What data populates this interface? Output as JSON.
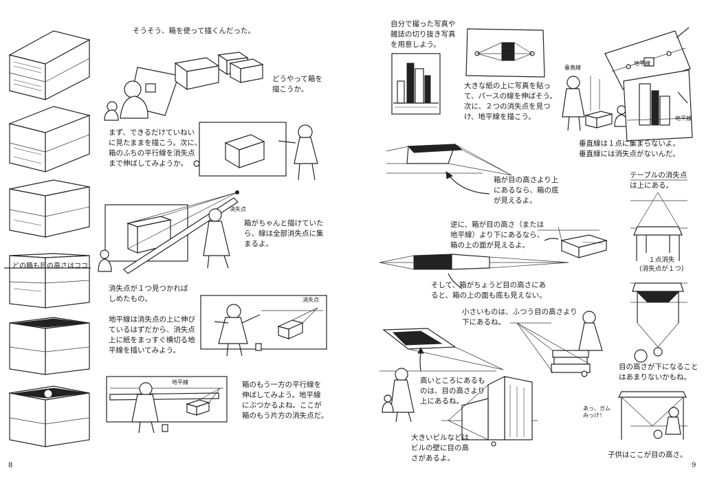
{
  "left_page": {
    "page_number": "8",
    "title_caption": "そうそう、箱を使って描くんだった。",
    "caption_how": "どうやって箱を\n描こうか。",
    "caption_first": "まず、できるだけていねい\nに見たままを描こう。次に、\n箱のふちの平行線を消失点\nまで伸ばしてみようか。",
    "label_vanishing_1": "消失点",
    "caption_all_lines": "箱がちゃんと描けていた\nら、線は全部消失点に集\nまるよ。",
    "caption_eye_level": "どの箱も目の高さはココ",
    "caption_found": "消失点が１つ見つかれば\nしめたもの。",
    "label_vanishing_2": "消失点",
    "caption_horizon": "地平線は消失点の上に伸び\nているはずだから、消失点\n上に紙をまっすぐ横切る地\n平線を描いてみよう。",
    "label_horizon": "地平線",
    "caption_other_side": "箱のもう一方の平行線を\n伸ばしてみよう。地平線\nにぶつかるよね。ここが\n箱のもう片方の消失点だ。"
  },
  "right_page": {
    "page_number": "9",
    "caption_photo": "自分で撮った写真や\n雑誌の切り抜き写真\nを用意しよう。",
    "label_vertical": "垂直線",
    "label_horizon_a": "地平線",
    "label_horizon_b": "地平線",
    "caption_big_paper": "大きな紙の上に写真を貼っ\nて、パースの線を伸ばそう。\n次に、２つの消失点を見つ\nけ、地平線を描こう。",
    "caption_vertical": "垂直線は１点に集まらないよ。\n垂直線には消失点がないんだ。",
    "caption_above": "箱が目の高さより上\nにあるなら、箱の底\nが見えるよ。",
    "caption_table": "テーブルの消失点\nは上にある。",
    "caption_below": "逆に、箱が目の高さ（または\n地平線）より下にあるなら、\n箱の上の面が見えるよ。",
    "caption_one_point": "１点消失\n(消失点が１つ)",
    "caption_level": "そして、箱がちょうど目の高さにあ\nると、箱の上の面も底も見えない。",
    "caption_small": "小さいものは、ふつう目の高さより\n下にあるね。",
    "caption_high": "高いところにあるも\nのは、目の高さより\n上にあるね。",
    "caption_child_eye": "目の高さが下になること\nはあまりないかもね。",
    "caption_building": "大きいビルなどは\nビルの壁に目の高\nさがあるよ。",
    "caption_gum": "あっ、ガム\nみっけ！",
    "caption_child_level": "子供はここが目の高さ。"
  }
}
